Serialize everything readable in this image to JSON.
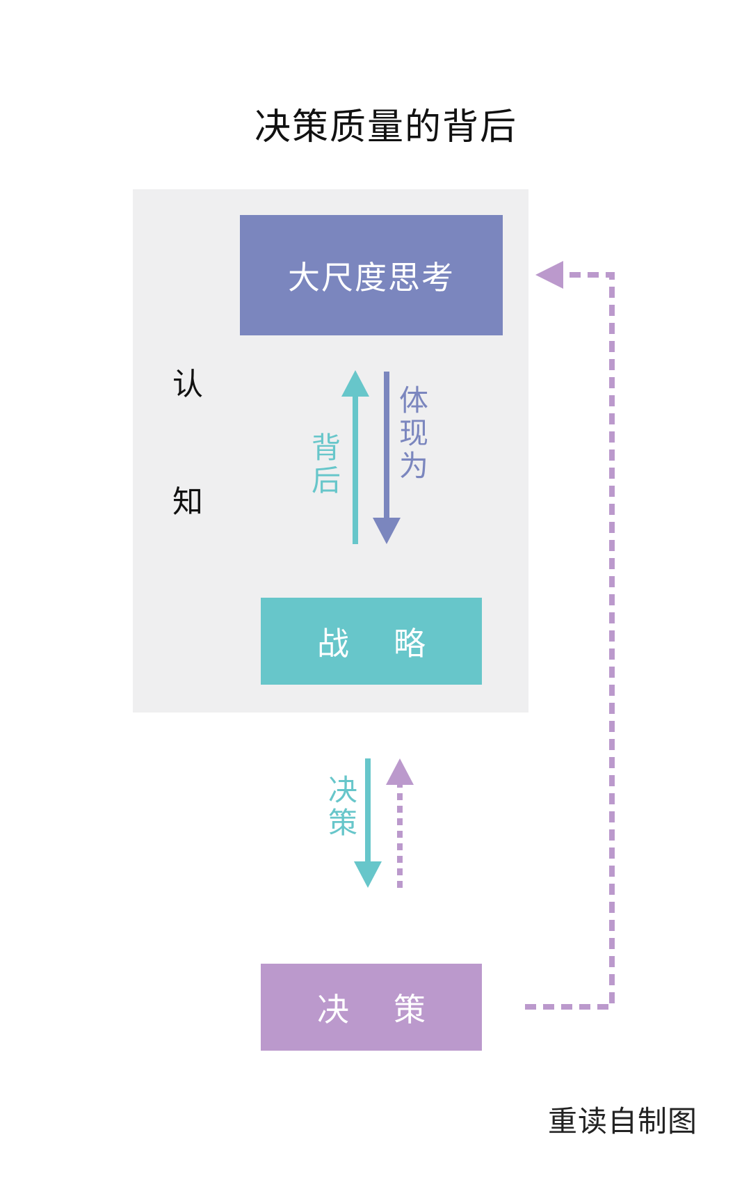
{
  "title": "决策质量的背后",
  "cognition_label": [
    "认",
    "知"
  ],
  "boxes": {
    "big_scale_thinking": "大尺度思考",
    "strategy": [
      "战",
      "略"
    ],
    "decision": [
      "决",
      "策"
    ]
  },
  "arrow_labels": {
    "behind": [
      "背",
      "后"
    ],
    "embodied_as": [
      "体",
      "现",
      "为"
    ],
    "decide": [
      "决",
      "策"
    ]
  },
  "credit": "重读自制图",
  "colors": {
    "purple_blue": "#7b86be",
    "teal": "#67c6ca",
    "lilac": "#bb99cc",
    "panel_gray": "#efeff0"
  }
}
